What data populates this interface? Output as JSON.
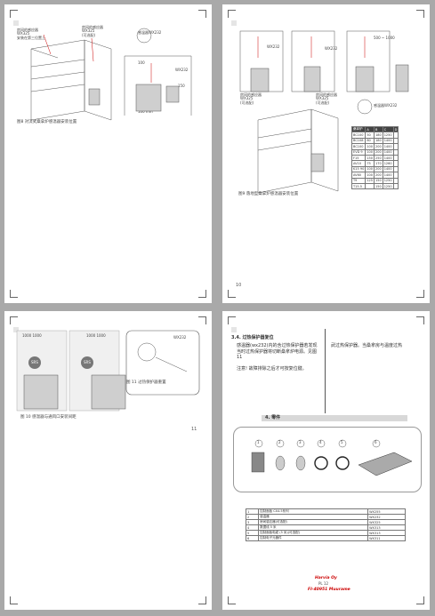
{
  "page1": {
    "labels": {
      "sensor_wx325": "房间的感应器\nWX325\n安装在第三位置上",
      "sensor_opt": "房间的感应器\nWX325\n(可选配)",
      "limiter": "感温器WX232",
      "limiter_small": "WX232",
      "dim1": "100",
      "dim2": "150",
      "dim3": "100 mm"
    },
    "caption": "图8  对流式桑拿炉感温器安装位置"
  },
  "page2": {
    "labels": {
      "d1": "WX232",
      "d2": "WX232",
      "d3": "500 ~ 1000",
      "sensor_opt": "房间的感应器\nWX325\n(可选配)",
      "sensor_opt2": "房间的感应器\nWX325\n(可选配)",
      "limiter": "感温器WX232"
    },
    "table_header": [
      "桑拿炉",
      "A",
      "B",
      "C",
      "D"
    ],
    "table_rows": [
      [
        "BC100",
        "50",
        "180",
        "1250",
        ""
      ],
      [
        "BC108",
        "80",
        "180",
        "1400",
        ""
      ],
      [
        "BC100",
        "100",
        "200",
        "1400",
        ""
      ],
      [
        "EVD 9",
        "100",
        "200",
        "1400",
        ""
      ],
      [
        "F15",
        "150",
        "250",
        "1400",
        ""
      ],
      [
        "AV10",
        "75",
        "170",
        "1260",
        ""
      ],
      [
        "K15 90",
        "100",
        "200",
        "1400",
        ""
      ],
      [
        "AV60",
        "100",
        "200",
        "1400",
        ""
      ],
      [
        "T9",
        "125",
        "150",
        "1250",
        ""
      ],
      [
        "T15.5",
        "",
        "150",
        "1250",
        ""
      ]
    ],
    "caption": "图9  落地型桑拿炉感温器安装位置",
    "page_number": "10"
  },
  "page3": {
    "dim_left": "1000  1000",
    "dim_right": "1000  1000",
    "dim_circle_left": "SRS",
    "dim_circle_right": "SRS",
    "limiter": "WX232",
    "caption_left": "图 10  感温器与通风口安装间距",
    "caption_right": "图 11  过热保护器重置",
    "page_number": "11"
  },
  "page4": {
    "heading": "3.4.  过热保护器复位",
    "body_left": "感温器(wx232)内的含过热保护器若发现当时过热保护器将切断桑拿炉电源。见图11",
    "body_left2": "注意!  故障排除之后才可按复位键。",
    "body_right": "武过热保护器。当桑拿房与温度过热",
    "section_title": "4.  零件",
    "part_numbers": [
      "1",
      "2",
      "3",
      "4",
      "5",
      "6"
    ],
    "parts_table": [
      [
        "1",
        "控制面板  CX4.5系列",
        "WX255"
      ],
      [
        "2",
        "感温器",
        "WX232"
      ],
      [
        "3",
        "房间感应器(可选配)",
        "WX325"
      ],
      [
        "4",
        "数据线  5  米",
        "WX313"
      ],
      [
        "5",
        "控制面板电缆  (5 米)(可选配)",
        "WX313"
      ],
      [
        "6",
        "控制电子元器件",
        "WX311"
      ]
    ],
    "logo1": "Harvia Oy",
    "logo_sub": "PL  12",
    "logo2": "FI-40951 Muurame",
    "page_number": ""
  }
}
